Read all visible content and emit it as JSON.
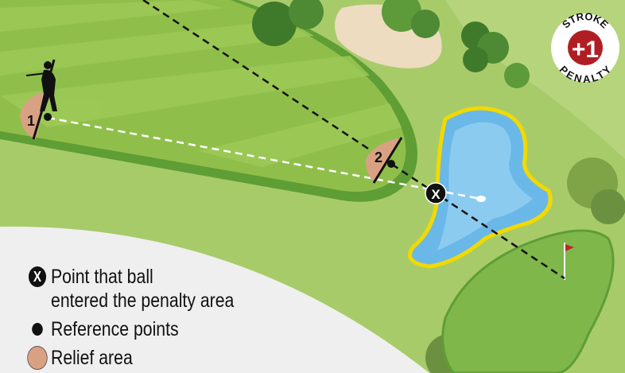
{
  "badge": {
    "top": "STROKE",
    "value": "+1",
    "bottom": "PENALTY"
  },
  "markers": {
    "ref1": "1",
    "ref2": "2",
    "entry": "X"
  },
  "legend": {
    "entry_line1": "Point that ball",
    "entry_line2": "entered the penalty area",
    "reference": "Reference points",
    "relief": "Relief area",
    "entry_symbol": "X"
  },
  "colors": {
    "rough": "#a8cb6a",
    "fairway": "#8fbf4a",
    "water": "#6ab8e8",
    "hazard_line": "#f2d900",
    "relief": "#d9a184",
    "badge_red": "#b01e23"
  }
}
